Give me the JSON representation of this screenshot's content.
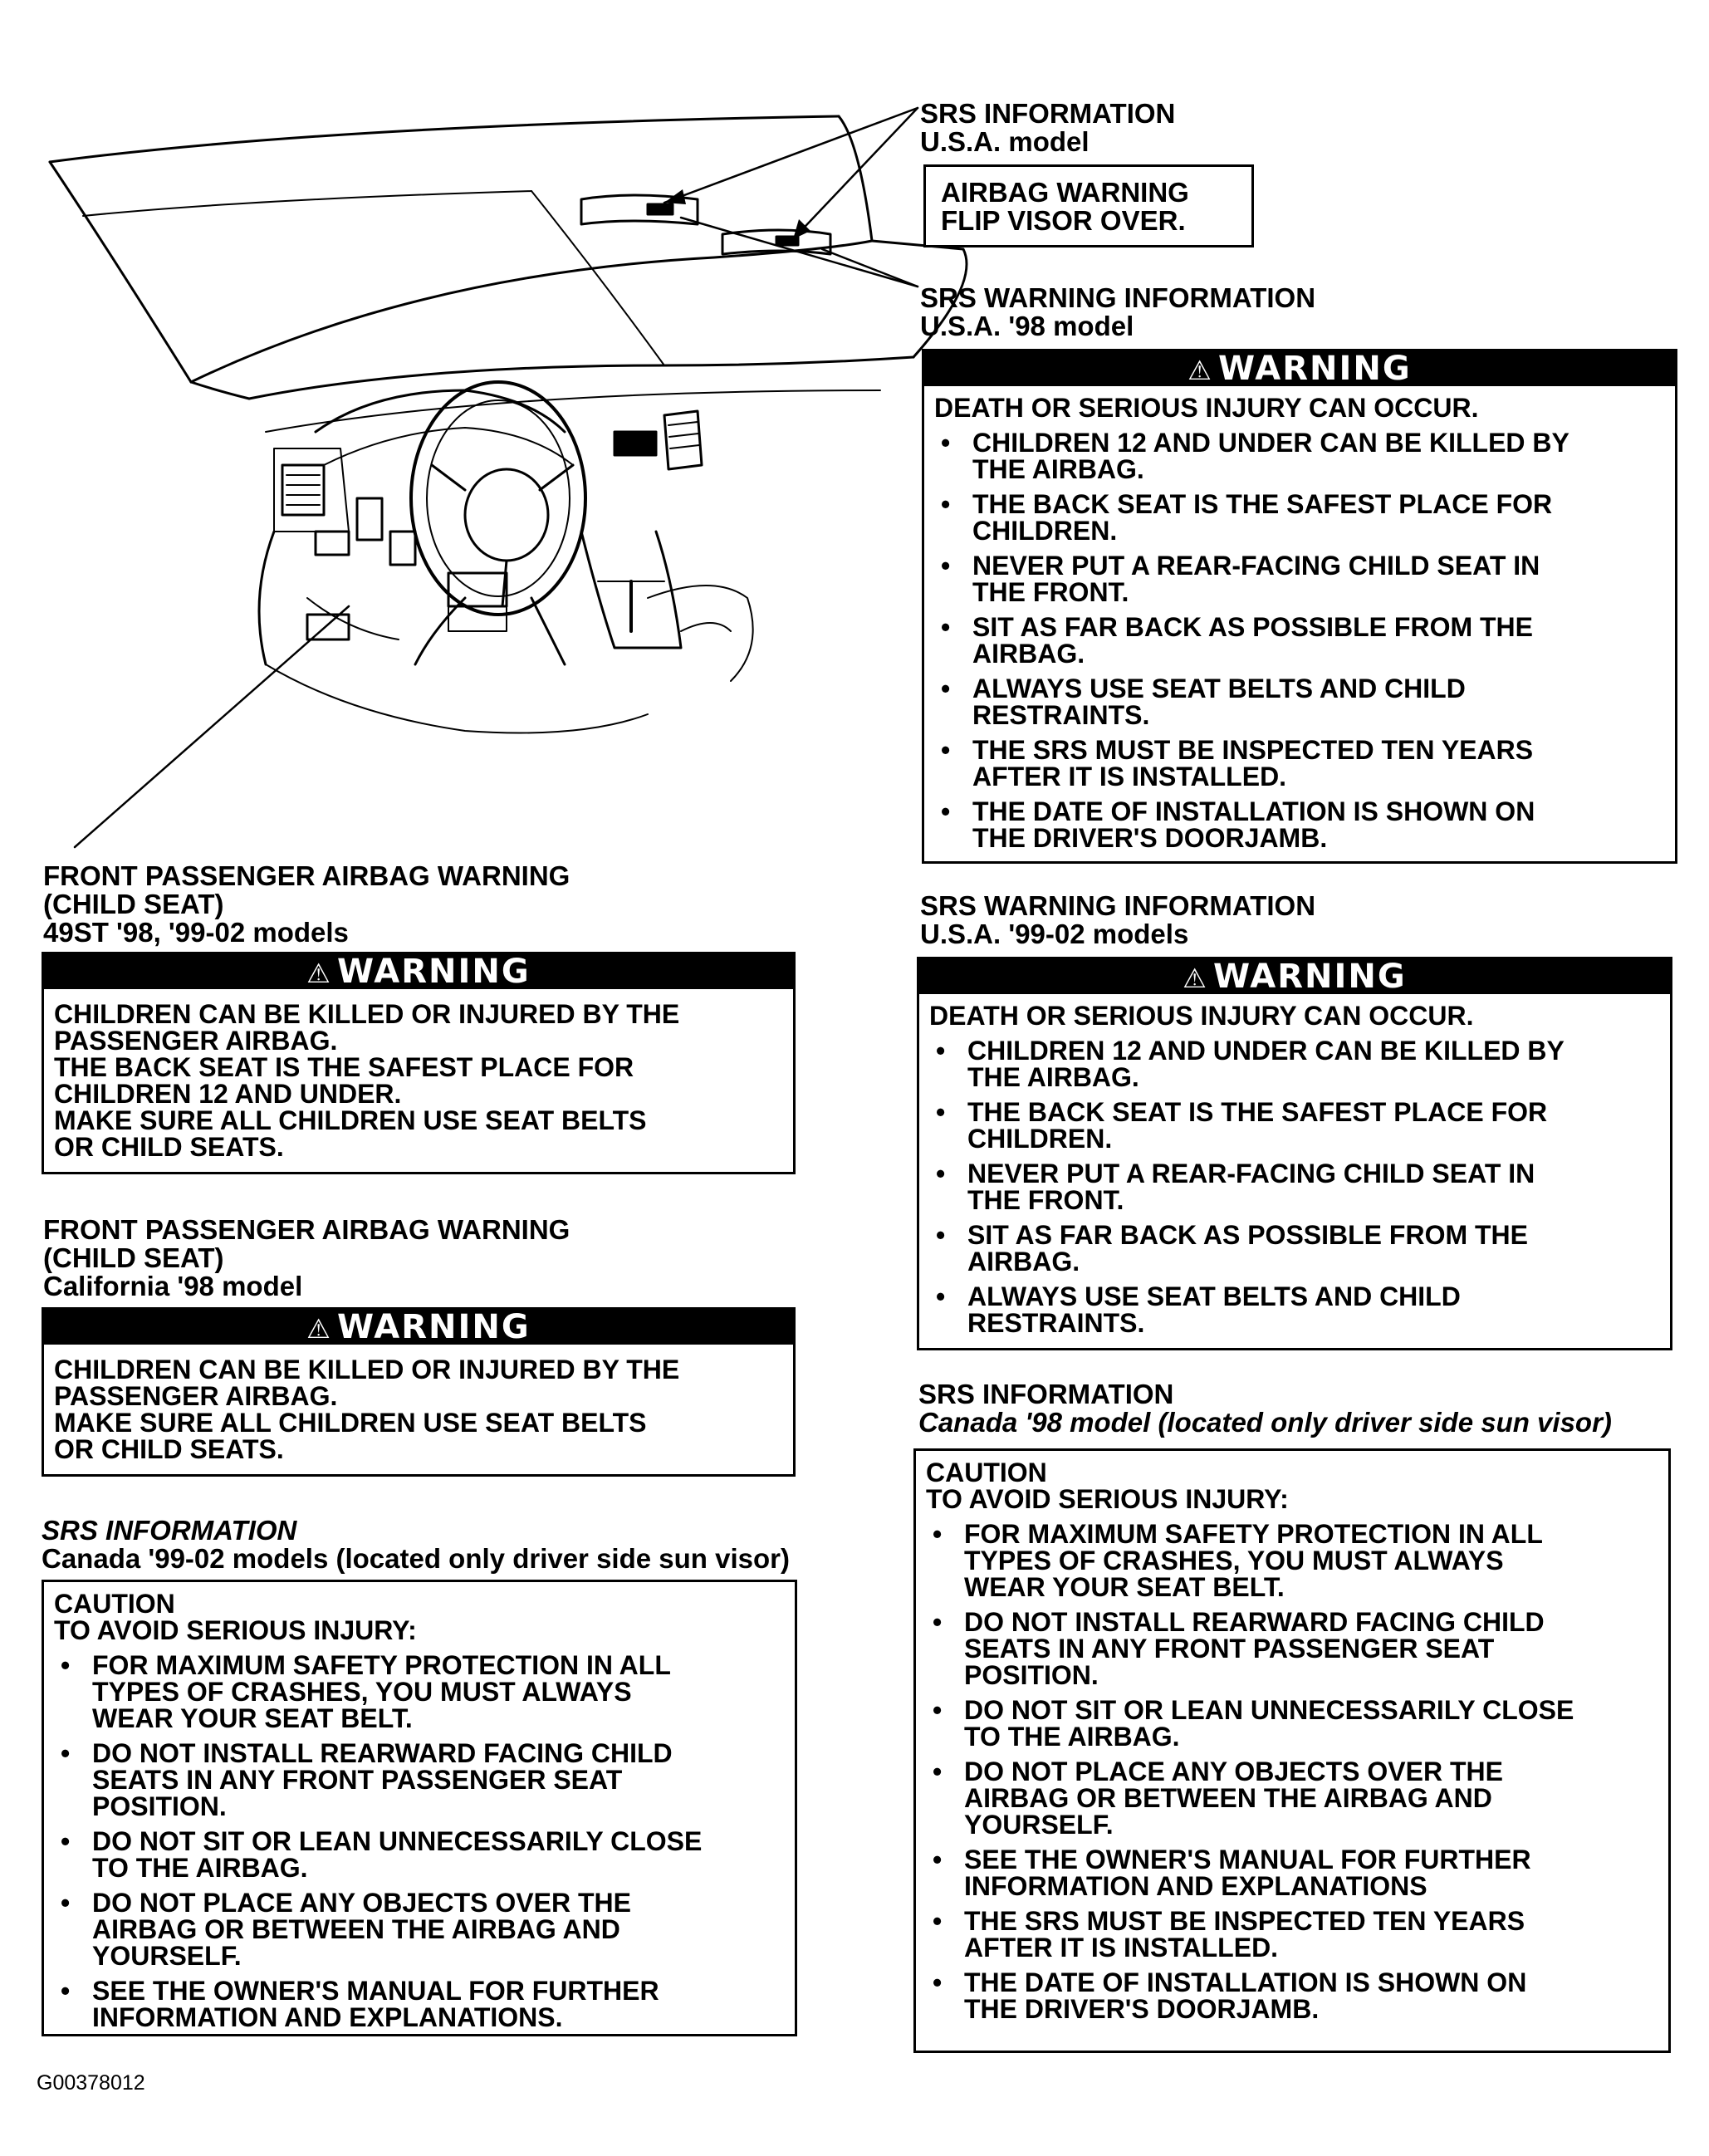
{
  "callouts": {
    "usa_info_heading": [
      "SRS INFORMATION",
      "U.S.A. model"
    ],
    "usa_info_box": [
      "AIRBAG WARNING",
      "FLIP VISOR OVER."
    ],
    "usa98_heading": [
      "SRS WARNING INFORMATION",
      "U.S.A. '98 model"
    ],
    "usa99_heading": [
      "SRS WARNING INFORMATION",
      "U.S.A. '99-02 models"
    ],
    "fp49_heading": [
      "FRONT PASSENGER AIRBAG WARNING",
      "(CHILD SEAT)",
      "49ST '98, '99-02 models"
    ],
    "fpca_heading": [
      "FRONT PASSENGER AIRBAG WARNING",
      "(CHILD SEAT)",
      "California '98 model"
    ],
    "can99_heading": [
      "SRS INFORMATION",
      "Canada '99-02 models (located only driver side sun visor)"
    ],
    "can98_heading": [
      "SRS INFORMATION",
      "Canada '98 model (located only driver side sun visor)"
    ]
  },
  "warning_label": "WARNING",
  "warning_symbol": "⚠",
  "usa98_box": {
    "lead": "DEATH OR SERIOUS INJURY CAN OCCUR.",
    "items": [
      [
        "CHILDREN 12 AND UNDER CAN BE KILLED BY",
        "THE AIRBAG."
      ],
      [
        "THE BACK SEAT IS THE SAFEST PLACE FOR",
        "CHILDREN."
      ],
      [
        "NEVER PUT A REAR-FACING CHILD SEAT IN",
        "THE FRONT."
      ],
      [
        "SIT AS FAR BACK AS POSSIBLE FROM THE",
        "AIRBAG."
      ],
      [
        "ALWAYS USE SEAT BELTS AND CHILD",
        "RESTRAINTS."
      ],
      [
        "THE SRS MUST BE INSPECTED TEN YEARS",
        "AFTER IT IS INSTALLED."
      ],
      [
        "THE DATE OF INSTALLATION IS SHOWN ON",
        "THE DRIVER'S DOORJAMB."
      ]
    ]
  },
  "usa99_box": {
    "lead": "DEATH OR SERIOUS INJURY CAN OCCUR.",
    "items": [
      [
        "CHILDREN 12 AND UNDER CAN BE KILLED BY",
        "THE AIRBAG."
      ],
      [
        "THE BACK SEAT IS THE SAFEST PLACE FOR",
        "CHILDREN."
      ],
      [
        "NEVER PUT A REAR-FACING CHILD SEAT IN",
        "THE FRONT."
      ],
      [
        "SIT AS FAR BACK AS POSSIBLE FROM THE",
        "AIRBAG."
      ],
      [
        "ALWAYS USE SEAT BELTS AND CHILD",
        "RESTRAINTS."
      ]
    ]
  },
  "fp49_box": {
    "lines": [
      "CHILDREN CAN BE KILLED OR INJURED BY THE",
      "PASSENGER AIRBAG.",
      "THE BACK SEAT IS THE SAFEST PLACE FOR",
      "CHILDREN 12 AND UNDER.",
      "MAKE SURE ALL CHILDREN USE SEAT BELTS",
      "OR CHILD SEATS."
    ]
  },
  "fpca_box": {
    "lines": [
      "CHILDREN CAN BE KILLED OR INJURED BY THE",
      "PASSENGER AIRBAG.",
      "MAKE SURE ALL CHILDREN USE SEAT BELTS",
      "OR CHILD SEATS."
    ]
  },
  "can99_box": {
    "lead": [
      "CAUTION",
      "TO AVOID SERIOUS INJURY:"
    ],
    "items": [
      [
        "FOR MAXIMUM SAFETY PROTECTION IN ALL",
        "TYPES OF CRASHES, YOU MUST ALWAYS",
        "WEAR YOUR SEAT BELT."
      ],
      [
        "DO NOT INSTALL REARWARD FACING CHILD",
        "SEATS IN ANY FRONT PASSENGER SEAT",
        "POSITION."
      ],
      [
        "DO NOT SIT OR LEAN UNNECESSARILY CLOSE",
        "TO THE AIRBAG."
      ],
      [
        "DO NOT PLACE ANY OBJECTS OVER THE",
        "AIRBAG OR BETWEEN THE AIRBAG AND",
        "YOURSELF."
      ],
      [
        "SEE THE OWNER'S MANUAL FOR FURTHER",
        "INFORMATION AND EXPLANATIONS."
      ]
    ]
  },
  "can98_box": {
    "lead": [
      "CAUTION",
      "TO AVOID SERIOUS INJURY:"
    ],
    "items": [
      [
        "FOR MAXIMUM SAFETY PROTECTION IN ALL",
        "TYPES OF CRASHES, YOU MUST ALWAYS",
        "WEAR YOUR SEAT BELT."
      ],
      [
        "DO NOT INSTALL REARWARD FACING CHILD",
        "SEATS IN ANY FRONT PASSENGER SEAT",
        "POSITION."
      ],
      [
        "DO NOT SIT OR LEAN UNNECESSARILY CLOSE",
        "TO THE AIRBAG."
      ],
      [
        "DO NOT PLACE ANY OBJECTS OVER THE",
        "AIRBAG OR BETWEEN THE AIRBAG AND",
        "YOURSELF."
      ],
      [
        "SEE THE OWNER'S MANUAL FOR FURTHER",
        "INFORMATION AND EXPLANATIONS"
      ],
      [
        "THE SRS MUST BE INSPECTED TEN YEARS",
        "AFTER IT IS INSTALLED."
      ],
      [
        "THE DATE OF INSTALLATION IS SHOWN ON",
        "THE DRIVER'S DOORJAMB."
      ]
    ]
  },
  "figure_code": "G00378012"
}
